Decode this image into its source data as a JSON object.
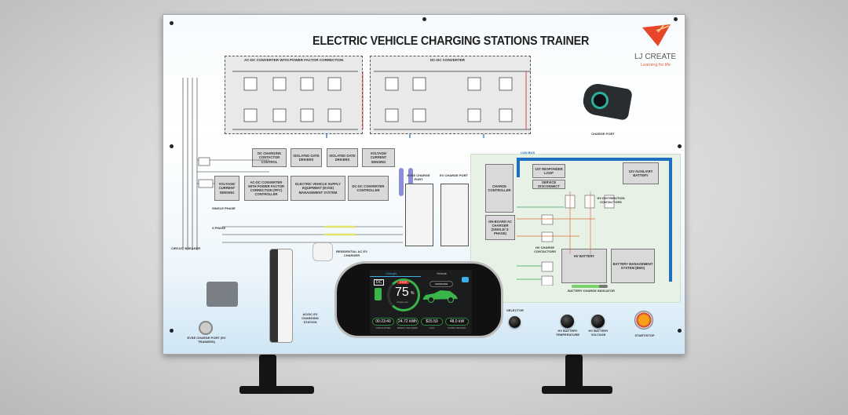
{
  "title": "ELECTRIC VEHICLE CHARGING STATIONS TRAINER",
  "logo": {
    "brand": "LJ CREATE",
    "tagline": "Learning for life"
  },
  "converters": {
    "acdc": "AC-DC CONVERTER WITH POWER FACTOR CORRECTION",
    "dcdc": "DC-DC CONVERTER"
  },
  "blocks": {
    "dc_contactor": "DC CHARGING CONTACTOR CONTROL",
    "gate1": "ISOLATED GATE DRIVERS",
    "gate2": "ISOLATED GATE DRIVERS",
    "vc_sensing_top": "VOLTAGE/ CURRENT SENSING",
    "vc_sensing_left": "VOLTAGE/ CURRENT SENSING",
    "pfc": "AC-DC CONVERTER WITH POWER FACTOR CORRECTION (PFC) CONTROLLER",
    "evse": "ELECTRIC VEHICLE SUPPLY EQUIPMENT (EVSE) MANAGEMENT SYSTEM",
    "dcdc_ctrl": "DC-DC CONVERTER CONTROLLER",
    "evse_port": "EVSE CHARGE PORT",
    "ev_port": "EV CHARGE PORT",
    "charge_ctrl": "CHARGE CONTROLLER",
    "onboard": "ON-BOARD AC CHARGER (SINGLE/ 3-PHASE)",
    "responder": "1ST RESPONDER LOOP",
    "service": "SERVICE DISCONNECT",
    "aux": "12V AUXILIARY BATTERY",
    "hv": "HV BATTERY",
    "bms": "BATTERY MANAGEMENT SYSTEM (BMS)"
  },
  "labels": {
    "can_bus": "CAN BUS",
    "charge_port": "CHARGE PORT",
    "residential": "RESIDENTIAL AC EV CHARGER",
    "station": "AC/DC EV CHARGING STATION",
    "evse_port_trainers": "EVSE CHARGE PORT (EV TRAINERS)",
    "battery_indicator": "BATTERY CHARGE INDICATOR",
    "hv_dist": "HV DISTRIBUTION CONTACTORS",
    "hv_charge": "HV CHARGE CONTACTORS",
    "single_phase": "SINGLE PHASE",
    "three_phase": "3 PHASE",
    "circuit_breaker": "CIRCUIT BREAKER"
  },
  "controls": {
    "selector": "SELECTOR",
    "hv_temp": "HV BATTERY TEMPERATURE",
    "hv_voltage": "HV BATTERY VOLTAGE",
    "start_stop": "START/STOP"
  },
  "display": {
    "tabs": [
      "Charger",
      "Vehicle"
    ],
    "mode": "DC",
    "stop": "STOP",
    "percent": "75",
    "percent_unit": "%",
    "sub": "charging rate",
    "status": "CHARGING",
    "stats": [
      {
        "value": "00:23:40",
        "caption": "TIME ELAPSED"
      },
      {
        "value": "24.72 kWh",
        "caption": "ENERGY DELIVERED"
      },
      {
        "value": "$15.50",
        "caption": "COST"
      },
      {
        "value": "48.0 kW",
        "caption": "POWER DELIVERY"
      }
    ],
    "charge_fraction": 0.75
  },
  "colors": {
    "accent": "#e8462a",
    "green": "#39b54a",
    "can": "#1f6fc0",
    "panel_zone": "#e7f1e6"
  }
}
